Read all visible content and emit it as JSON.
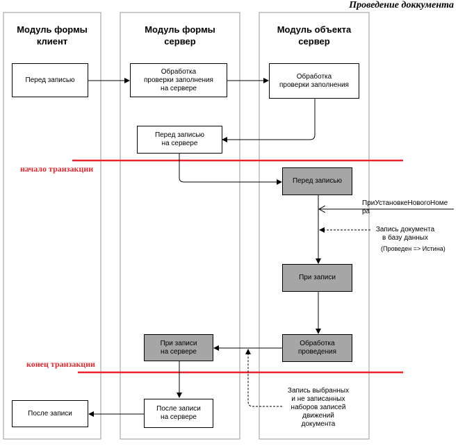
{
  "title": "Проведение доккумента",
  "columns": [
    {
      "title": "Модуль формы\nклиент"
    },
    {
      "title": "Модуль формы\nсервер"
    },
    {
      "title": "Модуль объекта\nсервер"
    }
  ],
  "boxes": {
    "client_before_write": "Перед записью",
    "form_fill_check": "Обработка\nпроверки заполнения\nна сервере",
    "object_fill_check": "Обработка\nпроверки заполнения",
    "form_before_write_server": "Перед записью\nна сервере",
    "object_before_write": "Перед записью",
    "object_on_write": "При записи",
    "object_posting": "Обработка\nпроведения",
    "form_on_write_server": "При записи\nна сервере",
    "client_after_write": "После записи",
    "form_after_write_server": "После записи\nна сервере"
  },
  "labels": {
    "transaction_start": "начало транзакции",
    "transaction_end": "конец транзакции",
    "new_number": "ПриУстановкеНовогоНоме\nра",
    "db_write": "Запись документа\nв базу данных",
    "posted_flag": "(Проведен => Истина)",
    "records_write": "Запись выбранных\nи не записанных\nнаборов записей\nдвижений\nдокумента"
  },
  "colors": {
    "transaction_line": "#e8252a",
    "grey_box": "#a6a6a6"
  }
}
